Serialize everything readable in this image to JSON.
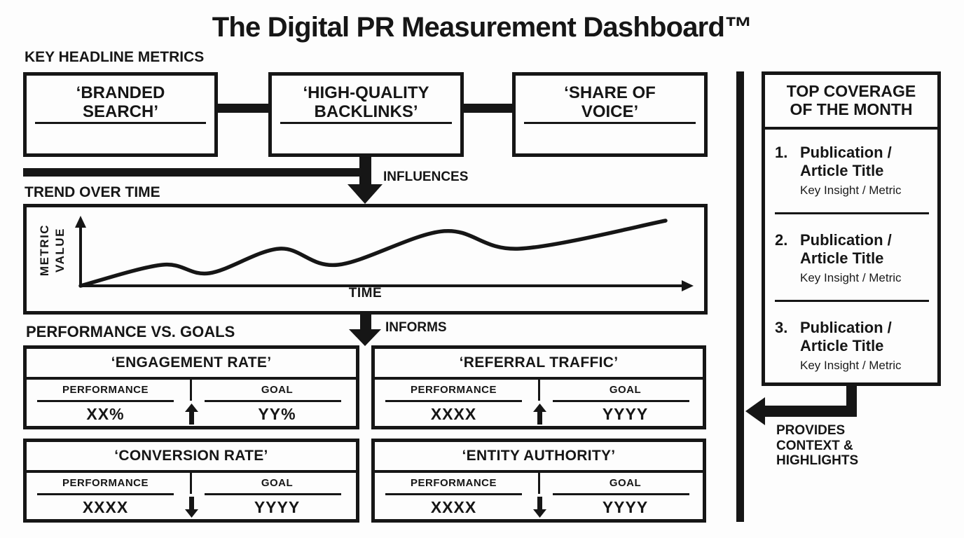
{
  "title": "The Digital PR Measurement Dashboard™",
  "headline": {
    "label": "KEY HEADLINE METRICS",
    "metrics": [
      {
        "name": "‘BRANDED SEARCH’"
      },
      {
        "name": "‘HIGH-QUALITY BACKLINKS’"
      },
      {
        "name": "‘SHARE OF VOICE’"
      }
    ]
  },
  "flow": {
    "influences": "INFLUENCES",
    "informs": "INFORMS",
    "provides": "PROVIDES CONTEXT & HIGHLIGHTS"
  },
  "trend": {
    "label": "TREND OVER TIME",
    "y_axis_label": "METRIC VALUE",
    "x_axis_label": "TIME"
  },
  "goals": {
    "label": "PERFORMANCE VS. GOALS",
    "cards": [
      {
        "title": "‘ENGAGEMENT RATE’",
        "performance_label": "PERFORMANCE",
        "goal_label": "GOAL",
        "performance_value": "XX%",
        "goal_value": "YY%",
        "trend": "up"
      },
      {
        "title": "‘REFERRAL TRAFFIC’",
        "performance_label": "PERFORMANCE",
        "goal_label": "GOAL",
        "performance_value": "XXXX",
        "goal_value": "YYYY",
        "trend": "up"
      },
      {
        "title": "‘CONVERSION RATE’",
        "performance_label": "PERFORMANCE",
        "goal_label": "GOAL",
        "performance_value": "XXXX",
        "goal_value": "YYYY",
        "trend": "down"
      },
      {
        "title": "‘ENTITY AUTHORITY’",
        "performance_label": "PERFORMANCE",
        "goal_label": "GOAL",
        "performance_value": "XXXX",
        "goal_value": "YYYY",
        "trend": "down"
      }
    ]
  },
  "coverage": {
    "title": "TOP COVERAGE OF THE MONTH",
    "items": [
      {
        "number": "1.",
        "title": "Publication / Article Title",
        "insight": "Key Insight / Metric"
      },
      {
        "number": "2.",
        "title": "Publication / Article Title",
        "insight": "Key Insight / Metric"
      },
      {
        "number": "3.",
        "title": "Publication / Article Title",
        "insight": "Key Insight / Metric"
      }
    ]
  },
  "colors": {
    "ink": "#161616",
    "background": "#fdfdfd"
  },
  "chart_data": {
    "type": "line",
    "title": "TREND OVER TIME",
    "xlabel": "TIME",
    "ylabel": "METRIC VALUE",
    "x_frac": [
      0,
      0.14,
      0.22,
      0.34,
      0.44,
      0.62,
      0.75,
      1.0
    ],
    "values": [
      0,
      30,
      18,
      53,
      30,
      78,
      53,
      93
    ],
    "ylim": [
      0,
      100
    ],
    "grid": false,
    "legend": false,
    "style": "schematic black wavy line rising left to right, unlabeled axes with arrowheads"
  }
}
